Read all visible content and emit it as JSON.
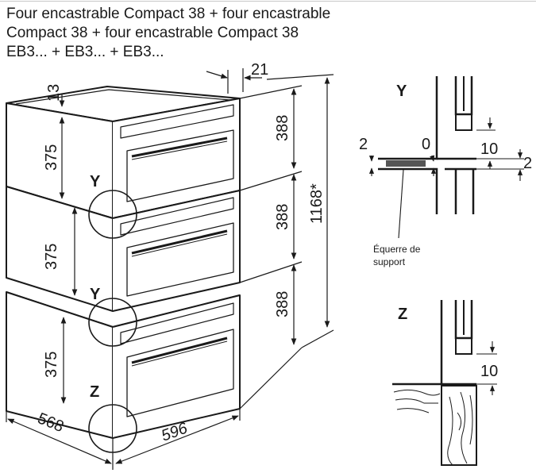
{
  "title": {
    "line1": "Four encastrable Compact 38 + four encastrable",
    "line2": "Compact 38 + four encastrable Compact 38",
    "line3": "EB3... + EB3... + EB3..."
  },
  "dimensions": {
    "top_gap": "21",
    "panel_thickness": "13",
    "oven_height_1": "375",
    "oven_height_2": "375",
    "oven_height_3": "375",
    "niche_1": "388",
    "niche_2": "388",
    "niche_3": "388",
    "total_height": "1168*",
    "depth": "568",
    "width": "596"
  },
  "details": {
    "y_label_1": "Y",
    "y_label_2": "Y",
    "z_label": "Z",
    "detail_y_label": "Y",
    "detail_z_label": "Z",
    "y_gap_left": "2",
    "y_gap_zero": "0",
    "y_gap_ten": "10",
    "y_gap_right": "2",
    "bracket_label_1": "Équerre de",
    "bracket_label_2": "support",
    "z_gap_ten": "10"
  },
  "colors": {
    "line": "#1a1a1a",
    "bracket": "#555555"
  }
}
